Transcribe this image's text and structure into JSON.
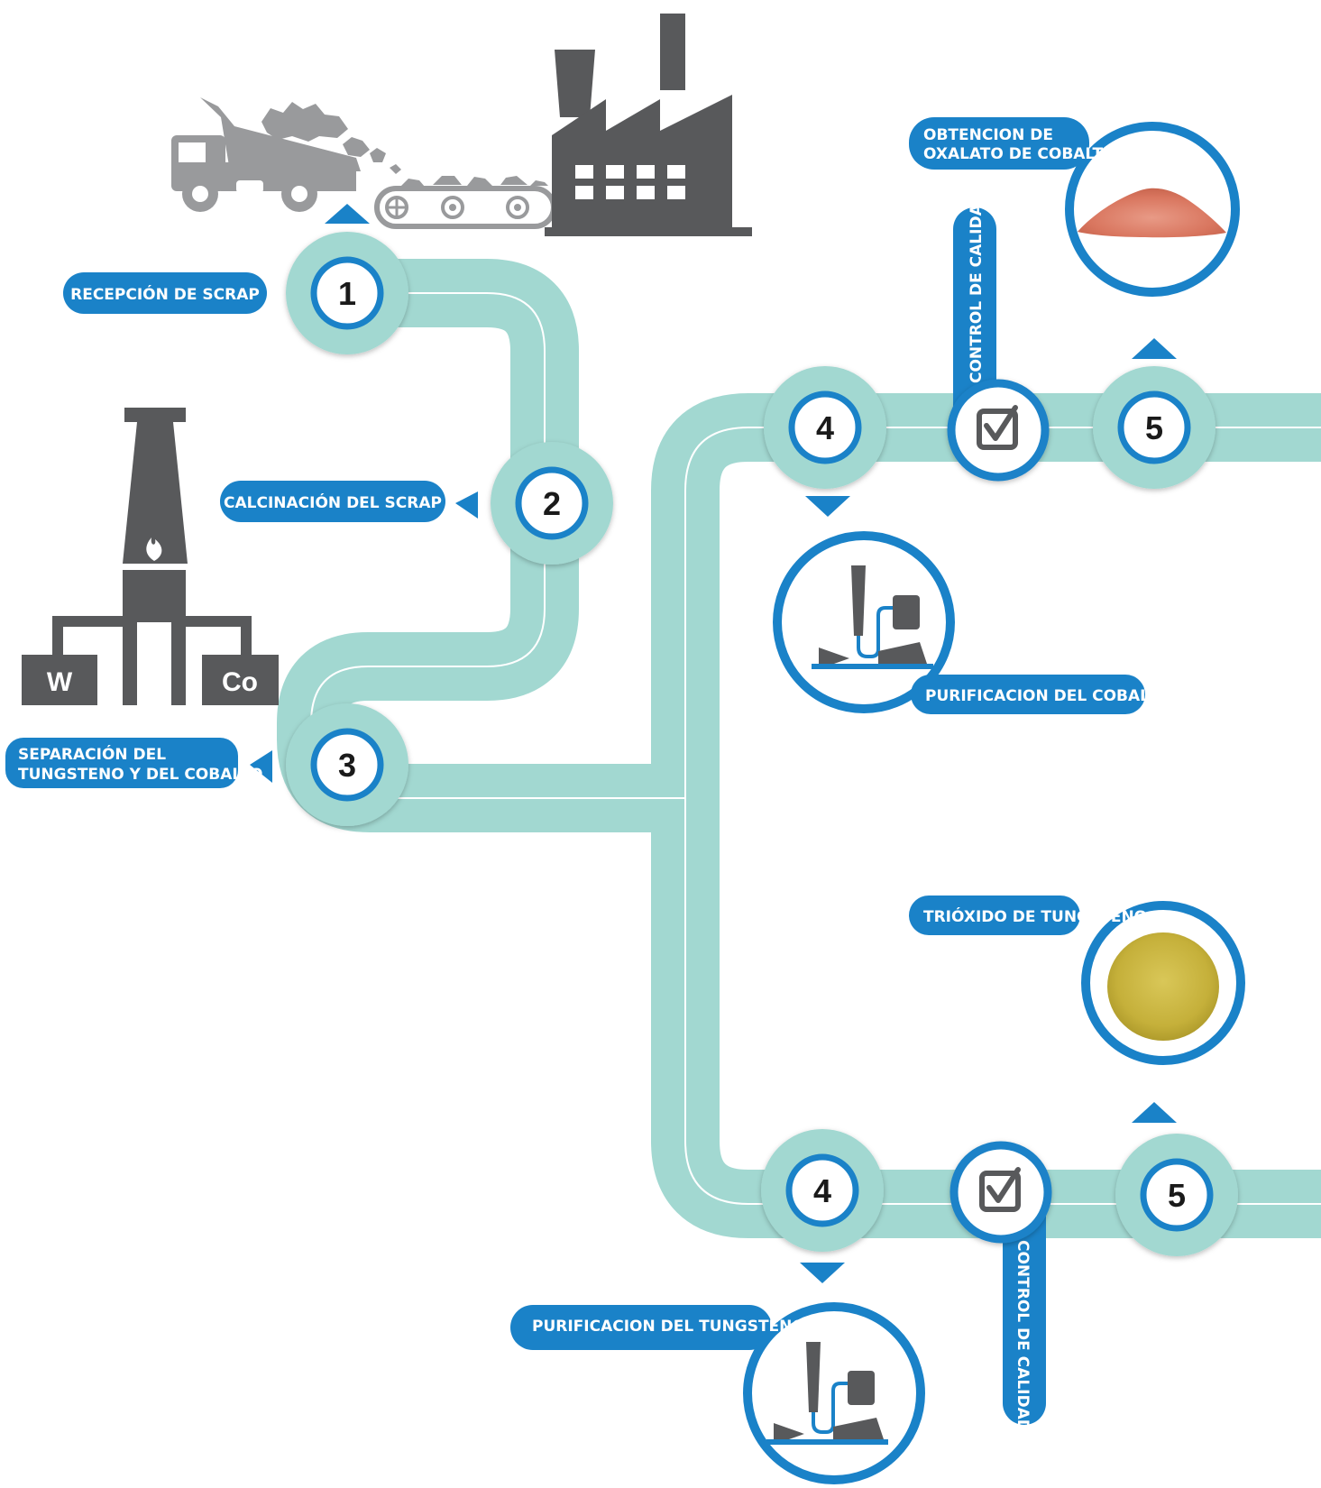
{
  "colors": {
    "track": "#a2d8d1",
    "track_line": "#ffffff",
    "blue": "#1a82c8",
    "gray": "#58595b",
    "light_gray": "#999a9c",
    "cobalt_powder": "#e0826e",
    "tungsten_powder": "#c9b640"
  },
  "steps": {
    "s1": "1",
    "s2": "2",
    "s3": "3",
    "s4_cobalt": "4",
    "s5_cobalt": "5",
    "s4_tungsten": "4",
    "s5_tungsten": "5"
  },
  "labels": {
    "reception": "RECEPCIÓN DE SCRAP",
    "calcination": "CALCINACIÓN DEL SCRAP",
    "separation_line1": "SEPARACIÓN DEL",
    "separation_line2": "TUNGSTENO Y DEL COBALTO",
    "cobalt_purification": "PURIFICACION DEL COBALTO",
    "tungsten_purification": "PURIFICACION DEL TUNGSTENO",
    "cobalt_oxalate_line1": "OBTENCION DE",
    "cobalt_oxalate_line2": "OXALATO DE COBALTO",
    "tungsten_trioxide": "TRIÓXIDO DE TUNGSTENO",
    "quality_control_top": "CONTROL DE CALIDAD",
    "quality_control_bottom": "CONTROL DE CALIDAD"
  },
  "elements": {
    "tungsten": "W",
    "cobalt": "Co"
  },
  "icons": {
    "truck": "dump-truck-icon",
    "conveyor": "conveyor-belt-icon",
    "factory": "factory-icon",
    "furnace": "furnace-icon",
    "purification": "purification-apparatus-icon",
    "checkbox": "checkbox-icon"
  }
}
